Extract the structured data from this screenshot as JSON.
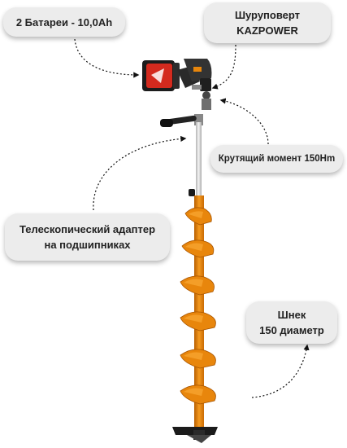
{
  "labels": {
    "batteries": "2 Батареи - 10,0Ah",
    "drill_line1": "Шуруповерт",
    "drill_line2": "KAZPOWER",
    "torque": "Крутящий момент 150Hm",
    "adapter_line1": "Телескопический адаптер",
    "adapter_line2": "на подшипниках",
    "auger_line1": "Шнек",
    "auger_line2": "150 диаметр"
  },
  "colors": {
    "background": "#ffffff",
    "label_bg": "#ececec",
    "auger_orange": "#e8860c",
    "battery_red": "#d42a1e",
    "drill_body": "#2a2a2a",
    "shaft": "#dcdcdc"
  }
}
